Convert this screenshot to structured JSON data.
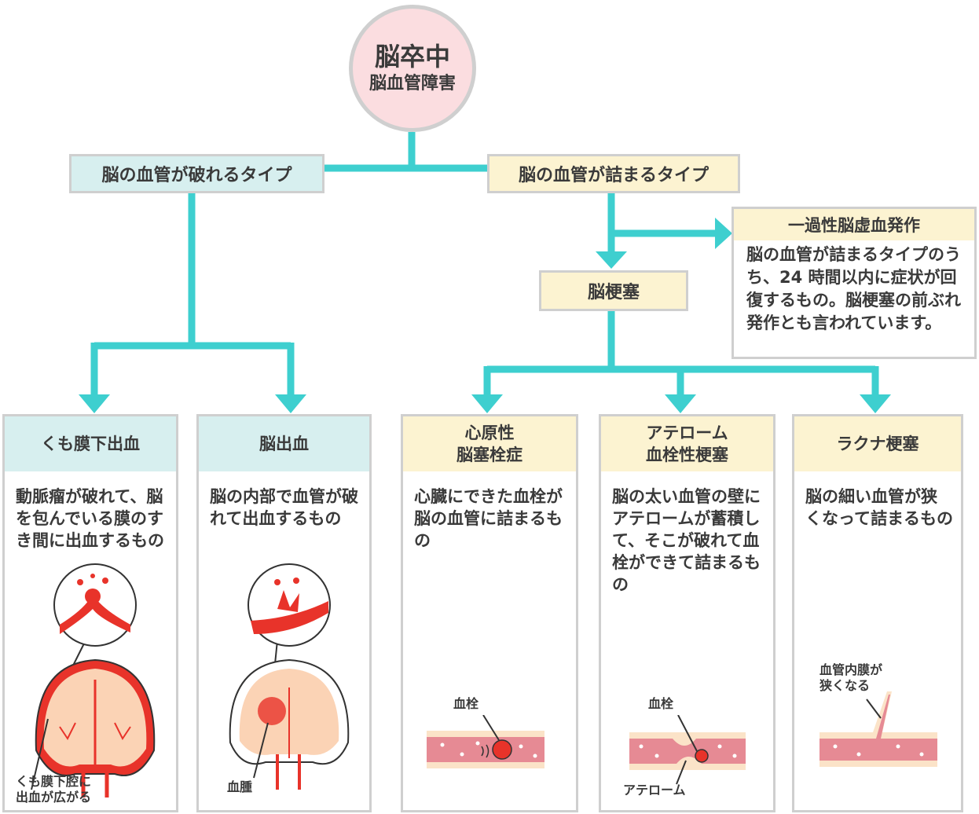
{
  "root": {
    "title": "脳卒中",
    "subtitle": "脳血管障害"
  },
  "branches": {
    "rupture": "脳の血管が破れるタイプ",
    "blockage": "脳の血管が詰まるタイプ"
  },
  "tia": {
    "title": "一過性脳虚血発作",
    "body": "脳の血管が詰まるタイプのうち、24 時間以内に症状が回復するもの。脳梗塞の前ぶれ発作とも言われています。"
  },
  "infarction": "脳梗塞",
  "cards": [
    {
      "title": "くも膜下出血",
      "body": "動脈瘤が破れて、脳を包んでいる膜のすき間に出血するもの",
      "annotation": "くも膜下腔に\n出血が広がる"
    },
    {
      "title": "脳出血",
      "body": "脳の内部で血管が破れて出血するもの",
      "annotation": "血腫"
    },
    {
      "title": "心原性\n脳塞栓症",
      "body": "心臓にできた血栓が脳の血管に詰まるもの",
      "annotation": "血栓"
    },
    {
      "title": "アテローム\n血栓性梗塞",
      "body": "脳の太い血管の壁にアテロームが蓄積して、そこが破れて血栓ができて詰まるもの",
      "annotation": "血栓",
      "annotation2": "アテローム"
    },
    {
      "title": "ラクナ梗塞",
      "body": "脳の細い血管が狭くなって詰まるもの",
      "annotation": "血管内膜が\n狭くなる"
    }
  ],
  "colors": {
    "connector": "#3ecfcf",
    "blood": "#e8332a",
    "vessel": "#e68a94",
    "brain": "#fbd3b5"
  }
}
